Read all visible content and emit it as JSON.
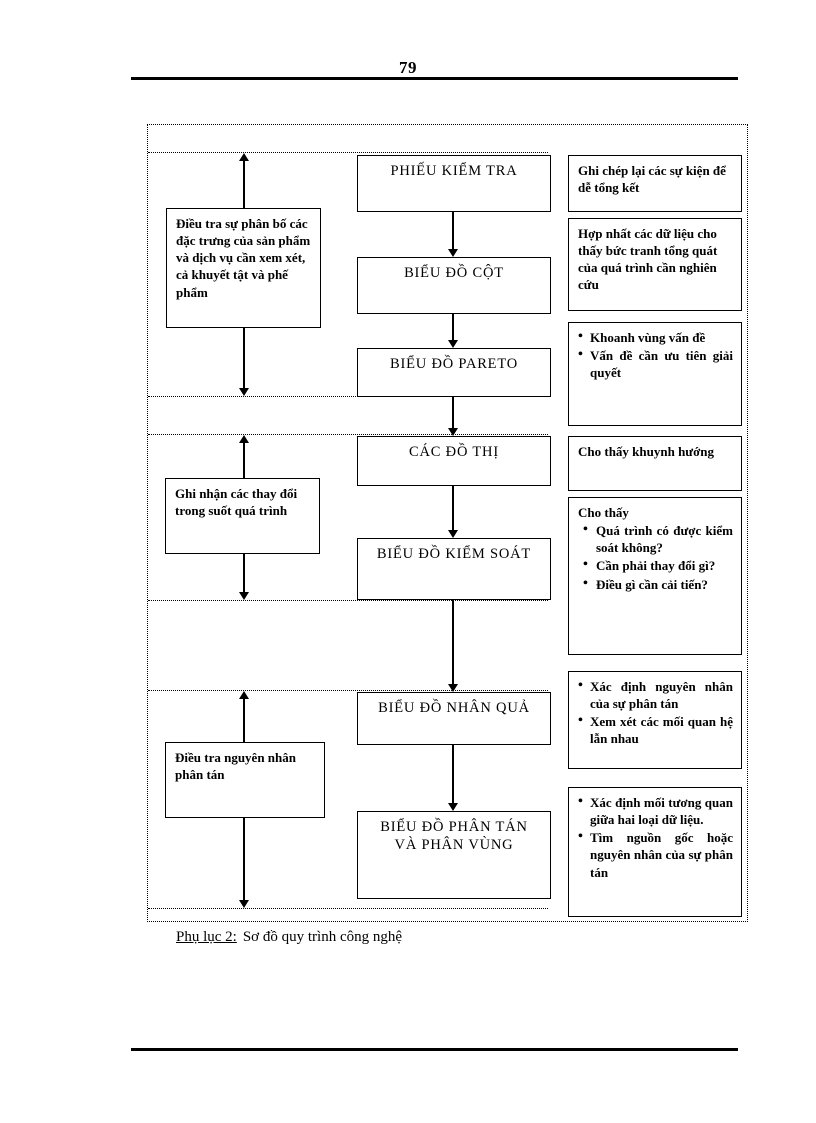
{
  "page": {
    "number": "79",
    "caption_label": "Phụ lục 2:",
    "caption_text": "Sơ đồ quy trình công nghệ"
  },
  "diagram": {
    "center_nodes": [
      {
        "id": "phieu-kiem-tra",
        "label": "PHIẾU  KIỂM TRA"
      },
      {
        "id": "bieu-do-cot",
        "label": "BIỂU ĐỒ CỘT"
      },
      {
        "id": "bieu-do-pareto",
        "label": "BIỂU ĐỒ PARETO"
      },
      {
        "id": "cac-do-thi",
        "label": "CÁC ĐỒ THỊ"
      },
      {
        "id": "bieu-do-kiem-soat",
        "label": "BIỂU ĐỒ KIỂM SOÁT"
      },
      {
        "id": "bieu-do-nhan-qua",
        "label": "BIỂU ĐỒ NHÂN QUẢ"
      },
      {
        "id": "bieu-do-phan-tan",
        "label": "BIỂU ĐỒ PHÂN TÁN\nVÀ PHÂN VÙNG"
      }
    ],
    "left_nodes": [
      {
        "id": "dieu-tra-su-phan-bo",
        "label": "Điều tra sự phân bố các đặc trưng của sản phẩm và dịch vụ cần xem xét, cả khuyết tật và phế phẩm"
      },
      {
        "id": "ghi-nhan-thay-doi",
        "label": "Ghi nhận các thay đổi trong suốt quá trình"
      },
      {
        "id": "dieu-tra-nguyen-nhan",
        "label": "Điều tra nguyên nhân phân tán"
      }
    ],
    "right_nodes": [
      {
        "id": "ghi-chep-su-kien",
        "lead": "Ghi chép lại các sự kiện để dễ tổng kết",
        "bullets": []
      },
      {
        "id": "hop-nhat-du-lieu",
        "lead": "Hợp nhất các dữ liệu cho thấy bức tranh tổng quát của quá trình cần nghiên cứu",
        "bullets": []
      },
      {
        "id": "khoanh-vung-van-de",
        "lead": "",
        "bullets": [
          "Khoanh vùng vấn đề",
          "Vấn đề cần ưu tiên giải quyết"
        ]
      },
      {
        "id": "cho-thay-khuynh-huong",
        "lead": "Cho thấy khuynh hướng",
        "bullets": []
      },
      {
        "id": "cho-thay-kiem-soat",
        "lead": "Cho thấy",
        "bullets": [
          "Quá trình có được kiểm soát không?",
          "Cần phải thay đổi gì?",
          "Điều gì cần cải tiến?"
        ]
      },
      {
        "id": "xac-dinh-nguyen-nhan",
        "lead": "",
        "bullets": [
          "Xác định nguyên nhân của sự phân tán",
          "Xem xét các mối quan hệ lẫn nhau"
        ]
      },
      {
        "id": "xac-dinh-moi-tuong-quan",
        "lead": "",
        "bullets": [
          "Xác định mối tương quan giữa hai loại dữ liệu.",
          "Tìm nguồn gốc hoặc nguyên nhân của sự phân tán"
        ]
      }
    ]
  }
}
